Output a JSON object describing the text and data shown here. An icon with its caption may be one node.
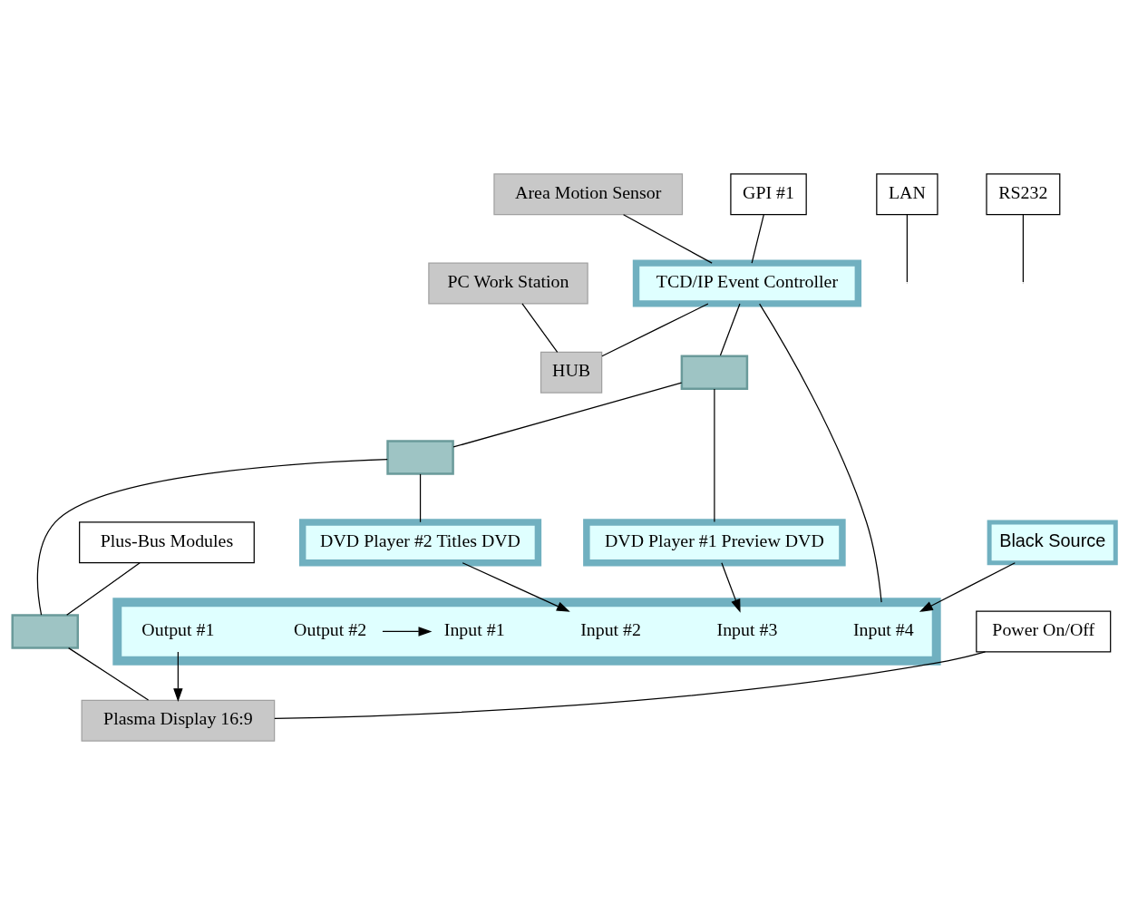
{
  "diagram": {
    "nodes": [
      {
        "text": [
          "Area Motion Sensor"
        ]
      },
      {
        "text": [
          "GPI #1"
        ]
      },
      {
        "text": [
          "PC Work Station"
        ]
      },
      {
        "text": [
          "LAN"
        ]
      },
      {
        "text": [
          "TCD/IP Event Controller"
        ]
      },
      {
        "text": [
          "HUB"
        ]
      },
      {
        "text": [
          "RS232"
        ]
      },
      {
        "text": [
          "Plus-Bus Modules"
        ]
      },
      {
        "text": [],
        "shape": "box"
      },
      {
        "text": [],
        "shape": "box"
      },
      {
        "text": [],
        "shape": "box"
      },
      {
        "text": [
          "Black Source"
        ]
      },
      {
        "text": [
          "DVD Player #1 Preview DVD"
        ]
      },
      {
        "text": [
          "DVD Player #2 Titles DVD"
        ]
      },
      {
        "text": [
          "Power On/Off"
        ]
      },
      {
        "text": [
          "Plasma Display 16:9"
        ]
      },
      {
        "text": [],
        "shape": "box"
      },
      {
        "text": [
          "Input #4"
        ],
        "in": 16
      },
      {
        "text": [
          "Input #3"
        ],
        "in": 16
      },
      {
        "text": [
          "Input #2"
        ],
        "in": 16
      },
      {
        "text": [
          "Input #1"
        ],
        "in": 16
      },
      {
        "text": [
          "Output #2"
        ],
        "in": 16
      },
      {
        "text": [
          "Output #1"
        ],
        "in": 16
      }
    ],
    "edges": [
      {
        "from": 0,
        "to": 4,
        "arrow": "none"
      },
      {
        "from": 1,
        "to": 4,
        "arrow": "none"
      },
      {
        "from": 2,
        "to": 5,
        "arrow": "none"
      },
      {
        "from": 4,
        "to": 5,
        "arrow": "none"
      },
      {
        "from": 3,
        "to": null,
        "arrow": "none"
      },
      {
        "from": 4,
        "to": 16,
        "arrow": "none"
      },
      {
        "from": 6,
        "to": null,
        "arrow": "none"
      },
      {
        "from": 4,
        "to": 8,
        "arrow": "none"
      },
      {
        "from": 8,
        "to": 9,
        "arrow": "none"
      },
      {
        "from": 9,
        "to": 10,
        "arrow": "none"
      },
      {
        "from": 7,
        "to": 10,
        "arrow": "none"
      },
      {
        "from": 8,
        "to": 12,
        "arrow": "none"
      },
      {
        "from": 9,
        "to": 13,
        "arrow": "none"
      },
      {
        "from": 10,
        "to": 15,
        "arrow": "none"
      },
      {
        "from": 11,
        "to": 17,
        "arrow": "to"
      },
      {
        "from": 12,
        "to": 18,
        "arrow": "to"
      },
      {
        "from": 13,
        "to": 19,
        "arrow": "to"
      },
      {
        "from": 21,
        "to": 20,
        "arrow": "to"
      },
      {
        "from": 22,
        "to": 15,
        "arrow": "to"
      },
      {
        "from": 14,
        "to": 15,
        "arrow": "none"
      }
    ]
  }
}
